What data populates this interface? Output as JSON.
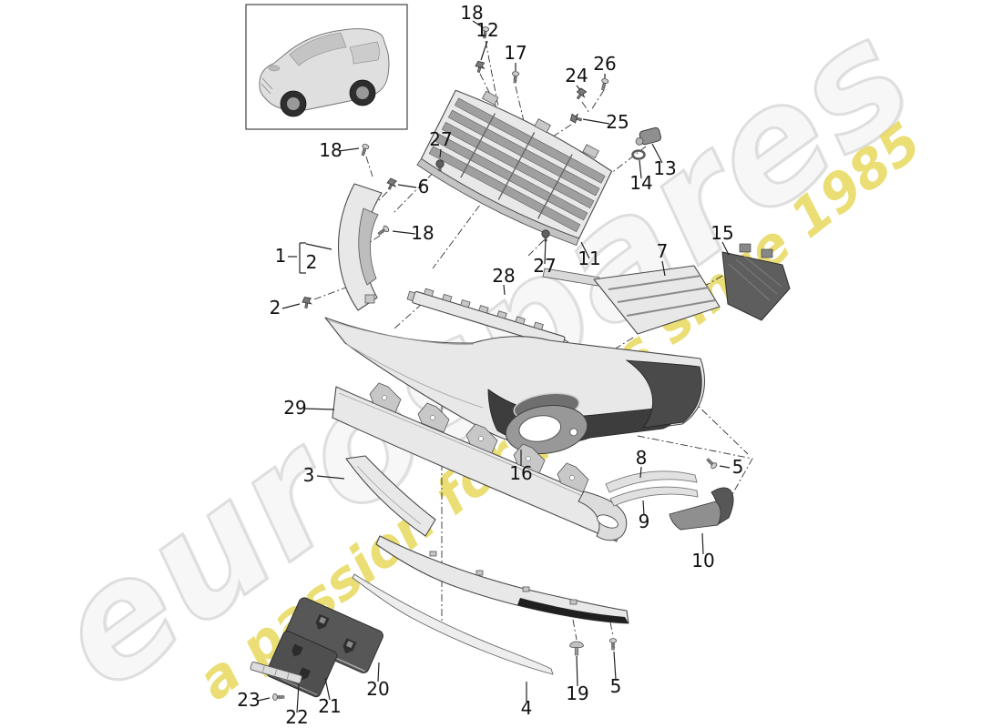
{
  "watermark": {
    "brand": "eurospares",
    "tagline": "a passion for parts since 1985"
  },
  "colors": {
    "tagline_yellow": "#e6d753",
    "brand_watermark_outline": "#dedede",
    "diagram_ink": "#1a1a1a",
    "part_light_gray": "#e8e8e8",
    "part_dark_gray": "#4a4a4a"
  },
  "callouts": [
    "18",
    "12",
    "17",
    "24",
    "26",
    "25",
    "27",
    "13",
    "14",
    "11",
    "15",
    "7",
    "18",
    "6",
    "18",
    "1",
    "2",
    "2",
    "28",
    "27",
    "29",
    "3",
    "16",
    "8",
    "5",
    "9",
    "10",
    "20",
    "21",
    "22",
    "23",
    "19",
    "5",
    "4"
  ]
}
